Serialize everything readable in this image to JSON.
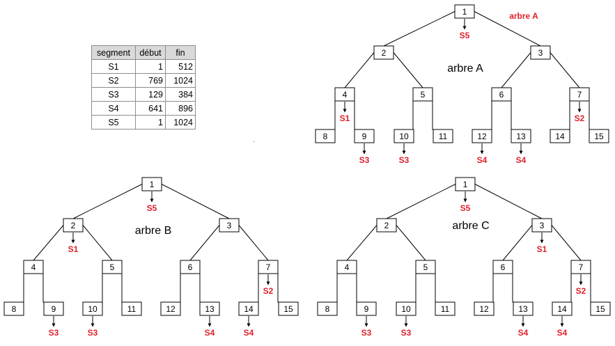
{
  "table": {
    "headers": [
      "segment",
      "début",
      "fin"
    ],
    "rows": [
      [
        "S1",
        "1",
        "512"
      ],
      [
        "S2",
        "769",
        "1024"
      ],
      [
        "S3",
        "129",
        "384"
      ],
      [
        "S4",
        "641",
        "896"
      ],
      [
        "S5",
        "1",
        "1024"
      ]
    ]
  },
  "colors": {
    "segment_label": "#e0202a",
    "line": "#000000"
  },
  "trees": [
    {
      "id": "A",
      "title": "arbre A",
      "corner_label": "arbre A",
      "nodes": [
        "1",
        "2",
        "3",
        "4",
        "5",
        "6",
        "7",
        "8",
        "9",
        "10",
        "11",
        "12",
        "13",
        "14",
        "15"
      ],
      "segments": [
        {
          "node": "1",
          "label": "S5"
        },
        {
          "node": "4",
          "label": "S1"
        },
        {
          "node": "7",
          "label": "S2"
        },
        {
          "node": "9",
          "label": "S3"
        },
        {
          "node": "10",
          "label": "S3"
        },
        {
          "node": "12",
          "label": "S4"
        },
        {
          "node": "13",
          "label": "S4"
        }
      ]
    },
    {
      "id": "B",
      "title": "arbre B",
      "nodes": [
        "1",
        "2",
        "3",
        "4",
        "5",
        "6",
        "7",
        "8",
        "9",
        "10",
        "11",
        "12",
        "13",
        "14",
        "15"
      ],
      "segments": [
        {
          "node": "1",
          "label": "S5"
        },
        {
          "node": "2",
          "label": "S1"
        },
        {
          "node": "7",
          "label": "S2"
        },
        {
          "node": "9",
          "label": "S3"
        },
        {
          "node": "10",
          "label": "S3"
        },
        {
          "node": "13",
          "label": "S4"
        },
        {
          "node": "14",
          "label": "S4"
        }
      ]
    },
    {
      "id": "C",
      "title": "arbre C",
      "nodes": [
        "1",
        "2",
        "3",
        "4",
        "5",
        "6",
        "7",
        "8",
        "9",
        "10",
        "11",
        "12",
        "13",
        "14",
        "15"
      ],
      "segments": [
        {
          "node": "1",
          "label": "S5"
        },
        {
          "node": "3",
          "label": "S1"
        },
        {
          "node": "7",
          "label": "S2"
        },
        {
          "node": "9",
          "label": "S3"
        },
        {
          "node": "10",
          "label": "S3"
        },
        {
          "node": "13",
          "label": "S4"
        },
        {
          "node": "14",
          "label": "S4"
        }
      ]
    }
  ]
}
